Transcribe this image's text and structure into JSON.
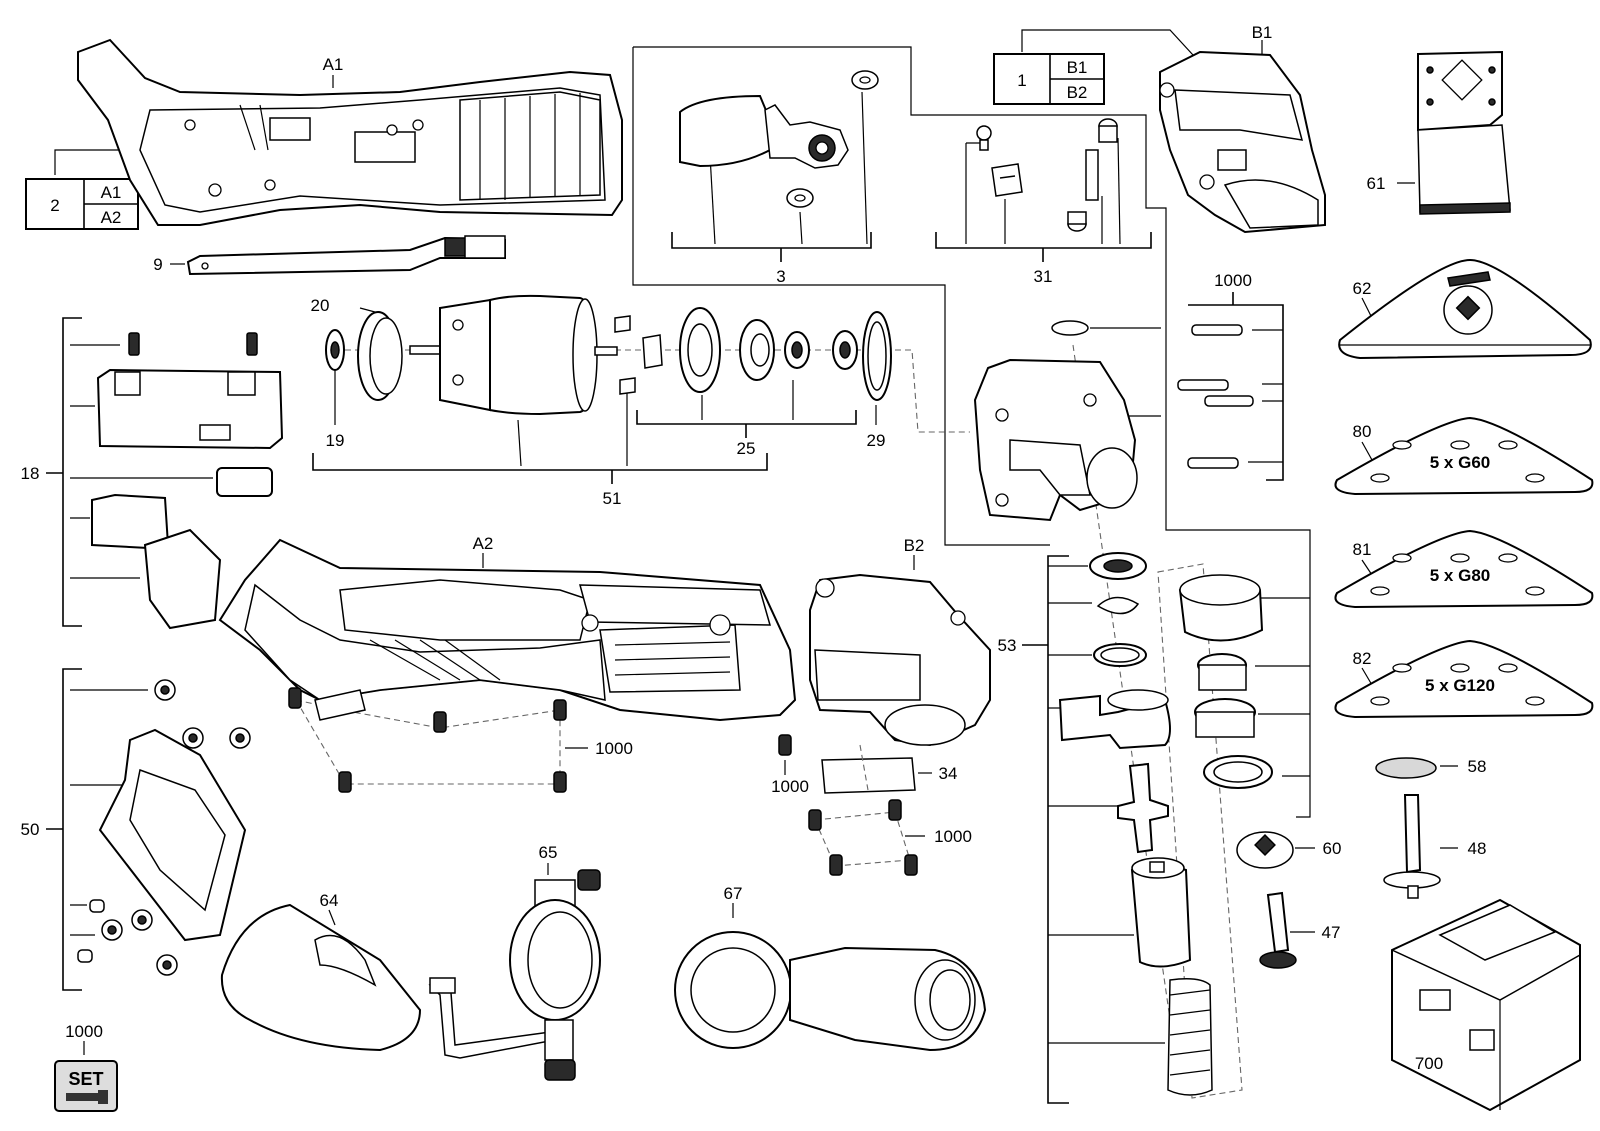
{
  "labels": {
    "a1": "A1",
    "a2": "A2",
    "b1": "B1",
    "b2": "B2",
    "box_left_num": "2",
    "box_left_top": "A1",
    "box_left_bottom": "A2",
    "box_right_num": "1",
    "box_right_top": "B1",
    "box_right_bottom": "B2",
    "p3": "3",
    "p9": "9",
    "p18": "18",
    "p19": "19",
    "p20": "20",
    "p25": "25",
    "p29": "29",
    "p31": "31",
    "p34": "34",
    "p47": "47",
    "p48": "48",
    "p50": "50",
    "p51": "51",
    "p53": "53",
    "p58": "58",
    "p60": "60",
    "p61": "61",
    "p62": "62",
    "p64": "64",
    "p65": "65",
    "p67": "67",
    "p80": "80",
    "p81": "81",
    "p82": "82",
    "p700": "700",
    "p1000_top": "1000",
    "p1000_a2": "1000",
    "p1000_b2": "1000",
    "p1000_b2b": "1000",
    "p1000_set": "1000"
  },
  "pads": {
    "g60": "5 x G60",
    "g80": "5 x G80",
    "g120": "5 x G120"
  },
  "set_badge": "SET"
}
